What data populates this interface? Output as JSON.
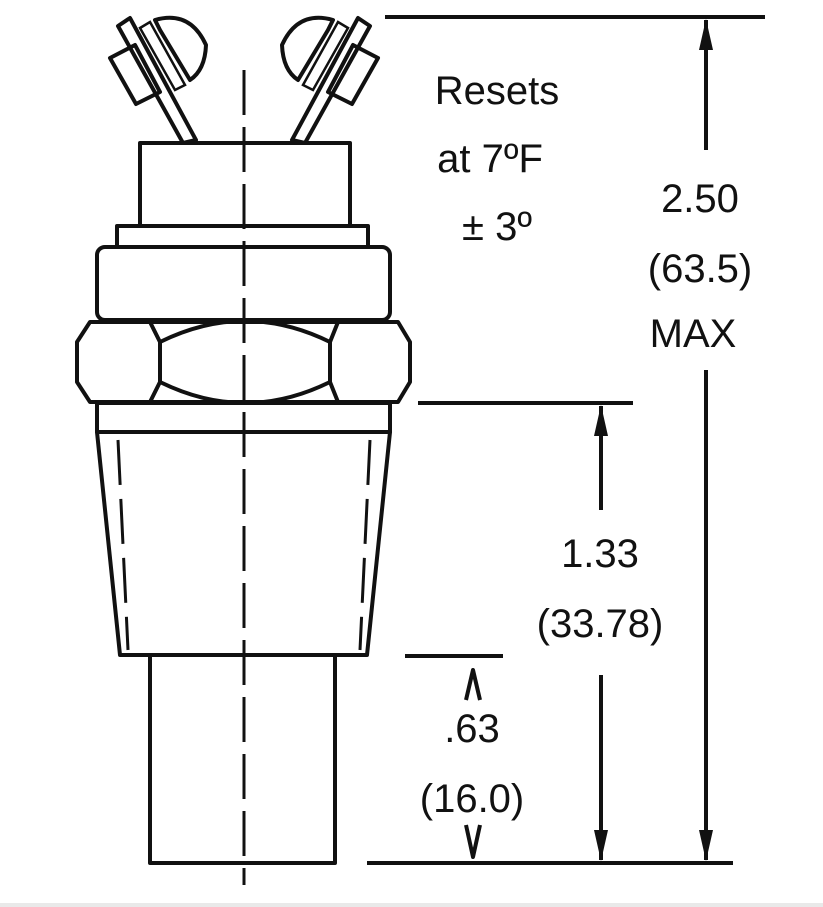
{
  "note": {
    "line1": "Resets",
    "line2": "at 7ºF",
    "line3": "± 3º"
  },
  "dim_overall": {
    "value": "2.50",
    "metric": "(63.5)",
    "qualifier": "MAX"
  },
  "dim_thread": {
    "value": "1.33",
    "metric": "(33.78)"
  },
  "dim_stem": {
    "value": ".63",
    "metric": "(16.0)"
  }
}
